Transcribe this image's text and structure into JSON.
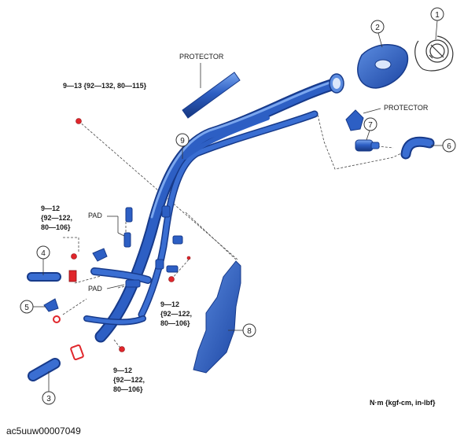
{
  "labels": {
    "protector_top": "PROTECTOR",
    "protector_right": "PROTECTOR",
    "pad_upper": "PAD",
    "pad_lower": "PAD"
  },
  "torques": {
    "top_line1": "9—13 {92—132, 80—115}",
    "left_line1": "9—12",
    "left_line2": "{92—122,",
    "left_line3": "80—106}",
    "mid_line1": "9—12",
    "mid_line2": "{92—122,",
    "mid_line3": "80—106}",
    "bottom_line1": "9—12",
    "bottom_line2": "{92—122,",
    "bottom_line3": "80—106}"
  },
  "callouts": [
    "1",
    "2",
    "3",
    "4",
    "5",
    "6",
    "7",
    "8",
    "9"
  ],
  "units_note": "N·m {kgf-cm, in-lbf}",
  "figure_code": "ac5uuw00007049",
  "colors": {
    "part_blue": "#2d5fc4",
    "part_dark": "#173a8a",
    "part_light": "#6e9be8",
    "bolt_red": "#e0262b"
  }
}
